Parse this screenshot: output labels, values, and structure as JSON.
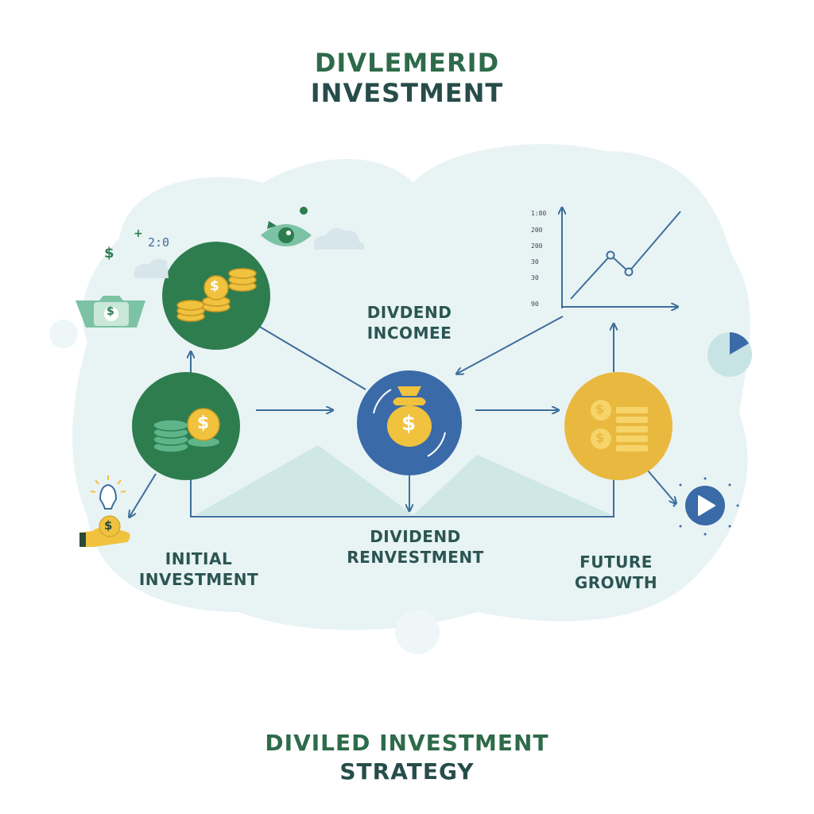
{
  "header": {
    "title_line1": "DIVLEMERID",
    "title_line2": "INVESTMENT"
  },
  "footer": {
    "line1": "DIVILED INVESTMENT",
    "line2": "STRATEGY"
  },
  "nodes": {
    "initial": {
      "line1": "INITIAL",
      "line2": "INVESTMENT"
    },
    "income": {
      "line1": "DIVDEND",
      "line2": "INCOMEE"
    },
    "reinvest": {
      "line1": "DIVIDEND",
      "line2": "RENVESTMENT"
    },
    "growth": {
      "line1": "FUTURE",
      "line2": "GROWTH"
    }
  },
  "chart": {
    "y_labels": [
      "1:80",
      "200",
      "200",
      "30",
      "30",
      "90"
    ]
  },
  "decor": {
    "small_label": "2:0",
    "plus_sign": "+",
    "dollar_sign": "$"
  },
  "colors": {
    "green_circle": "#2e7d4f",
    "blue_circle": "#3b6aa8",
    "yellow_circle": "#e9b93f",
    "coin": "#f0c23e",
    "arrow": "#3d6e9b",
    "blob": "#e6f2f3"
  }
}
